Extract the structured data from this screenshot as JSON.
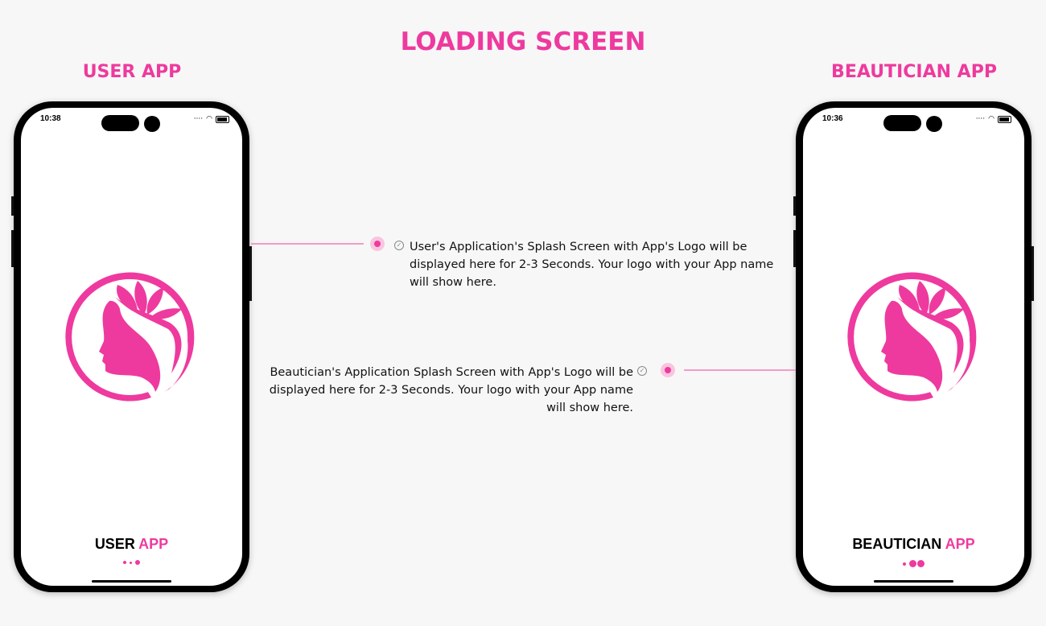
{
  "title": "LOADING SCREEN",
  "user": {
    "heading": "USER APP",
    "time": "10:38",
    "app_name_black": "USER ",
    "app_name_pink": "APP"
  },
  "beautician": {
    "heading": "BEAUTICIAN APP",
    "time": "10:36",
    "app_name_black": "BEAUTICIAN ",
    "app_name_pink": "APP"
  },
  "notes": {
    "user": "User's Application's Splash Screen with App's Logo will be displayed here for 2-3 Seconds. Your logo with your App name will show here.",
    "beautician": "Beautician's Application Splash Screen with App's Logo will be displayed here for 2-3 Seconds. Your logo with your App name will show here."
  },
  "colors": {
    "accent": "#ee3a9e"
  }
}
